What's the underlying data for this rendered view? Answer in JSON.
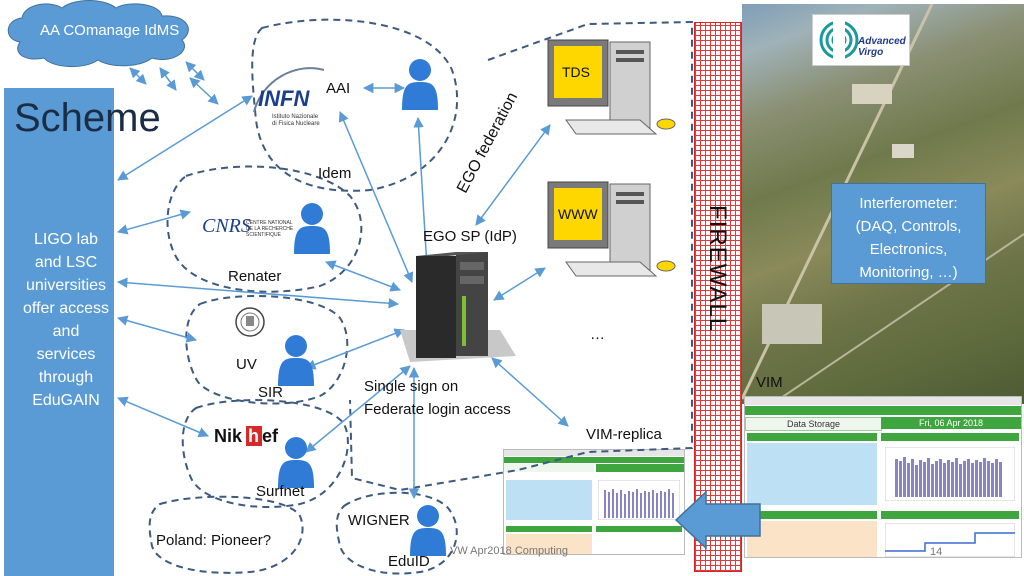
{
  "slide": {
    "title": "Scheme",
    "footer_left": "VW Apr2018 Computing",
    "page_number": "14"
  },
  "cloud": {
    "label": "AA COmanage IdMS"
  },
  "left_panel": {
    "text": "LIGO lab\nand LSC\nuniversities\noffer access\nand\nservices\nthrough\nEduGAIN"
  },
  "federations": {
    "aai": "AAI",
    "idem": "Idem",
    "renater": "Renater",
    "uv": "UV",
    "sir": "SIR",
    "surfnet": "Surfnet",
    "wigner": "WIGNER",
    "eduid": "EduID",
    "poland": "Poland: Pioneer?"
  },
  "logos": {
    "infn": "INFN",
    "infn_sub": "Istituto Nazionale\ndi Fisica Nucleare",
    "cnrs": "CNRS",
    "cnrs_sub": "CENTRE NATIONAL\nDE LA RECHERCHE\nSCIENTIFIQUE",
    "nikhef": "Nikhef",
    "advanced_virgo": "Advanced\nVirgo"
  },
  "center": {
    "ego_sp": "EGO SP (IdP)",
    "ego_federation": "EGO federation",
    "sso_line1": "Single sign on",
    "sso_line2": "Federate login access",
    "ellipsis": "…",
    "vim_replica": "VIM-replica"
  },
  "computers": {
    "tds": "TDS",
    "www": "WWW"
  },
  "firewall": {
    "label": "FIREWALL"
  },
  "right": {
    "interferometer": "Interferometer:\n(DAQ, Controls,\nElectronics,\nMonitoring, …)",
    "vim": "VIM",
    "data_storage": "Data Storage",
    "date": "Fri, 06 Apr 2018"
  },
  "colors": {
    "accent_blue": "#5b9bd5",
    "dashed_border": "#3d5a80",
    "person_blue": "#2f7bd6",
    "firewall_red": "#e23a3a",
    "label_yellow": "#ffd700",
    "green": "#3fa63f"
  }
}
